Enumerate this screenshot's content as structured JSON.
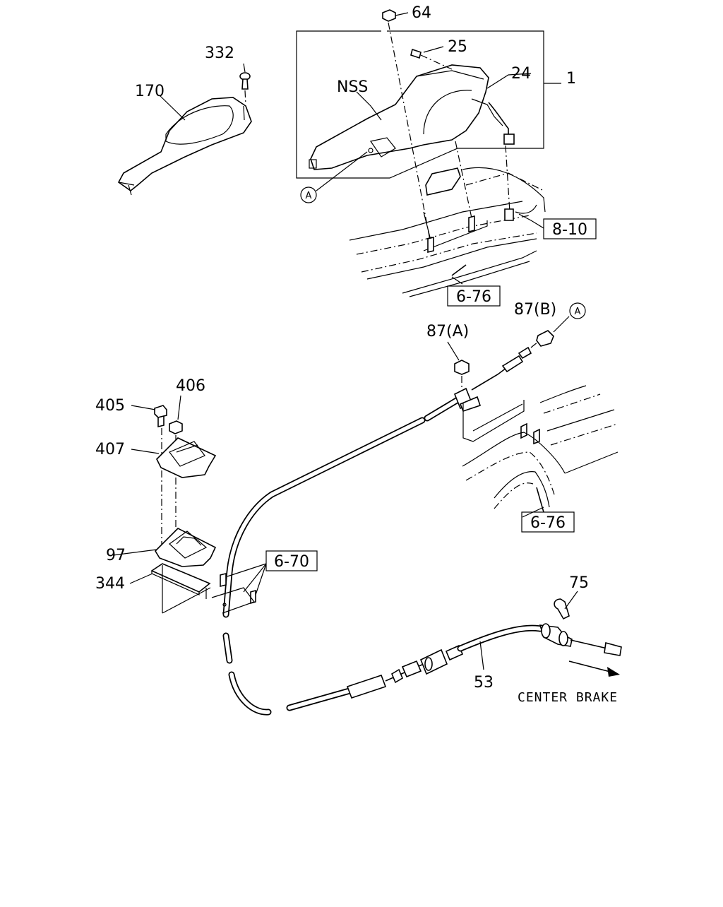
{
  "diagram": {
    "callouts": {
      "p64": "64",
      "p25": "25",
      "p24": "24",
      "p1": "1",
      "nss": "NSS",
      "p332": "332",
      "p170": "170",
      "ref_8_10": "8-10",
      "ref_6_76_top": "6-76",
      "p87b": "87(B)",
      "p87a": "87(A)",
      "p406": "406",
      "p405": "405",
      "p407": "407",
      "ref_6_76_mid": "6-76",
      "p97": "97",
      "ref_6_70": "6-70",
      "p344": "344",
      "p75": "75",
      "p53": "53"
    },
    "circle_markers": {
      "left": "A",
      "right": "A"
    },
    "caption": "CENTER BRAKE"
  }
}
